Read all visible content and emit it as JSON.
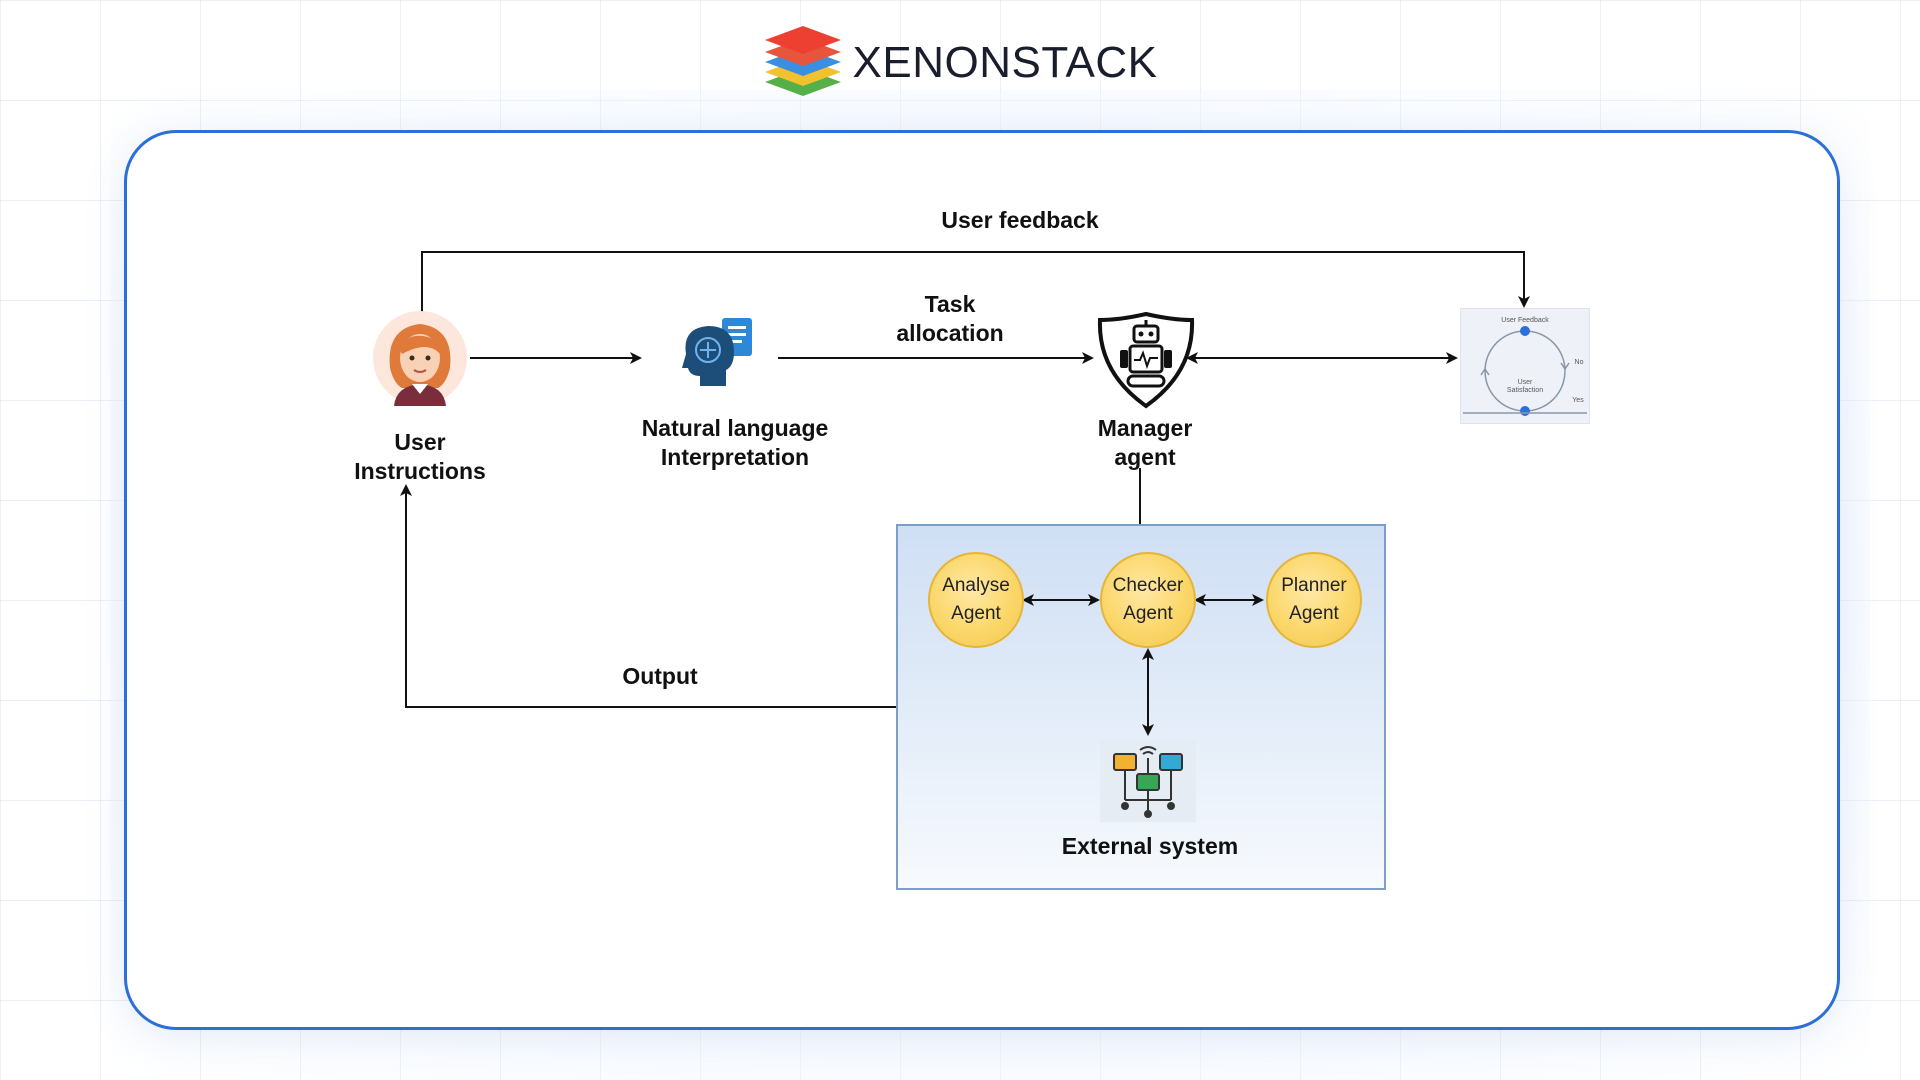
{
  "brand": {
    "name": "XENONSTACK",
    "logo_icon": "layered-stack-logo-icon"
  },
  "diagram": {
    "labels": {
      "user_feedback": "User feedback",
      "task_allocation": "Task\nallocation",
      "output": "Output"
    },
    "nodes": {
      "user": {
        "label": "User\nInstructions",
        "icon": "woman-avatar-icon"
      },
      "nlp": {
        "label": "Natural language\nInterpretation",
        "icon": "brain-document-icon"
      },
      "manager": {
        "label": "Manager\nagent",
        "icon": "robot-shield-icon"
      },
      "feedback_loop": {
        "title": "User Feedback",
        "center": "User\nSatisfaction",
        "no": "No",
        "yes": "Yes"
      }
    },
    "agents": [
      {
        "id": "analyse",
        "label": "Analyse\nAgent"
      },
      {
        "id": "checker",
        "label": "Checker\nAgent"
      },
      {
        "id": "planner",
        "label": "Planner\nAgent"
      }
    ],
    "external_system": {
      "label": "External system",
      "icon": "network-computers-icon"
    },
    "colors": {
      "card_border": "#2c6fd6",
      "agent_fill": "#fbd76a",
      "box_fill": "#cfdff4",
      "line": "#111111"
    }
  }
}
